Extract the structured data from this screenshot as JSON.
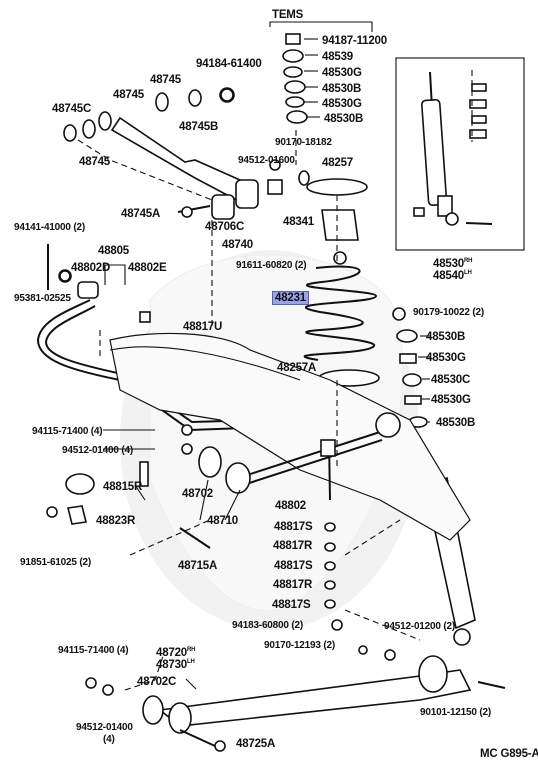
{
  "diagram_code": "MC G895-A",
  "labels": {
    "items": "TEMS",
    "p94187_11200": "94187-11200",
    "p48539": "48539",
    "p48530G_a": "48530G",
    "p48530B_a": "48530B",
    "p48530G_b": "48530G",
    "p48530B_b": "48530B",
    "p94184_61400": "94184-61400",
    "p48745_a": "48745",
    "p48745_b": "48745",
    "p48745C": "48745C",
    "p48745B": "48745B",
    "p48745_c": "48745",
    "p90170_18182": "90170-18182",
    "p94512_01600": "94512-01600",
    "p48257": "48257",
    "p48745A": "48745A",
    "p48706C": "48706C",
    "p48341": "48341",
    "p48740": "48740",
    "p94141_41000": "94141-41000 (2)",
    "p48805": "48805",
    "p48802D": "48802D",
    "p48802E": "48802E",
    "p95381_02525": "95381-02525",
    "p91611_60820": "91611-60820 (2)",
    "p48231": "48231",
    "p48530_top": "48530",
    "p48530_top_suf": "RH",
    "p48540": "48540",
    "p48540_suf": "LH",
    "p90179_10022": "90179-10022 (2)",
    "p48530B_c": "48530B",
    "p48817U": "48817U",
    "p48530G_c": "48530G",
    "p48257A": "48257A",
    "p48530C": "48530C",
    "p48530G_d": "48530G",
    "p48530B_d": "48530B",
    "p94115_71400_a": "94115-71400 (4)",
    "p94512_01400_a": "94512-01400 (4)",
    "p48815R": "48815R",
    "p48702": "48702",
    "p48802": "48802",
    "p48710": "48710",
    "p48823R": "48823R",
    "p48817S_a": "48817S",
    "p48817R_a": "48817R",
    "p91851_61025": "91851-61025 (2)",
    "p48715A": "48715A",
    "p48817S_b": "48817S",
    "p48817R_b": "48817R",
    "p48817S_c": "48817S",
    "p94183_60800": "94183-60800 (2)",
    "p94512_01200": "94512-01200 (2)",
    "p94115_71400_b": "94115-71400 (4)",
    "p48720": "48720",
    "p48720_suf": "RH",
    "p48730": "48730",
    "p48730_suf": "LH",
    "p90170_12193": "90170-12193 (2)",
    "p48702C": "48702C",
    "p94512_01400_b": "94512-01400",
    "p94512_01400_b_qty": "(4)",
    "p48725A": "48725A",
    "p90101_12150": "90101-12150 (2)"
  },
  "icon_names": [
    "n-washer-icon",
    "w-washer-icon",
    "bolt-icon",
    "nut-icon",
    "bushing-icon",
    "coil-spring-icon",
    "shock-absorber-icon"
  ],
  "colors": {
    "highlight": "#9aa3e8",
    "line": "#111111",
    "watermark": "#e8e8e8"
  }
}
